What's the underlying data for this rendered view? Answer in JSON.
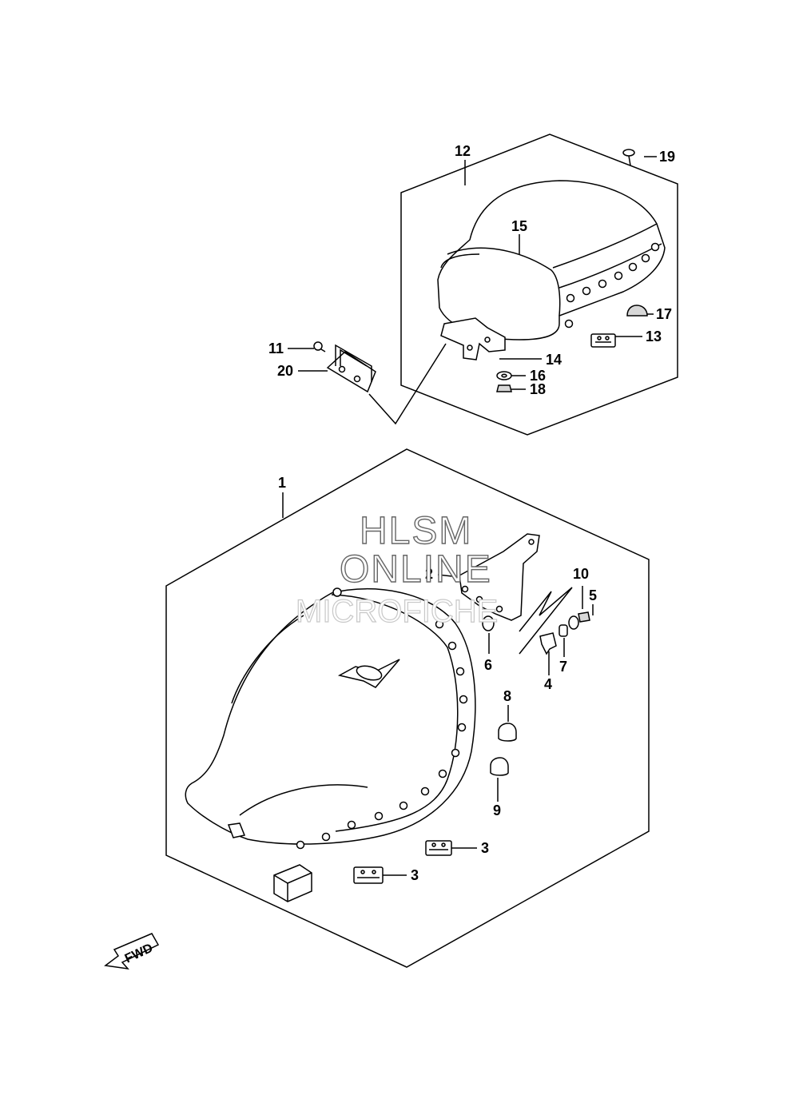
{
  "watermark": {
    "line1": "HLSM",
    "line2": "ONLINE",
    "line3": "MICROFICHE"
  },
  "fwd_label": "FWD",
  "callouts": [
    {
      "id": "c1",
      "text": "1"
    },
    {
      "id": "c2",
      "text": "2"
    },
    {
      "id": "c3a",
      "text": "3"
    },
    {
      "id": "c3b",
      "text": "3"
    },
    {
      "id": "c4",
      "text": "4"
    },
    {
      "id": "c5",
      "text": "5"
    },
    {
      "id": "c6",
      "text": "6"
    },
    {
      "id": "c7",
      "text": "7"
    },
    {
      "id": "c8",
      "text": "8"
    },
    {
      "id": "c9",
      "text": "9"
    },
    {
      "id": "c10",
      "text": "10"
    },
    {
      "id": "c11",
      "text": "11"
    },
    {
      "id": "c12",
      "text": "12"
    },
    {
      "id": "c13",
      "text": "13"
    },
    {
      "id": "c14",
      "text": "14"
    },
    {
      "id": "c15",
      "text": "15"
    },
    {
      "id": "c16",
      "text": "16"
    },
    {
      "id": "c17",
      "text": "17"
    },
    {
      "id": "c18",
      "text": "18"
    },
    {
      "id": "c19",
      "text": "19"
    },
    {
      "id": "c20",
      "text": "20"
    }
  ]
}
